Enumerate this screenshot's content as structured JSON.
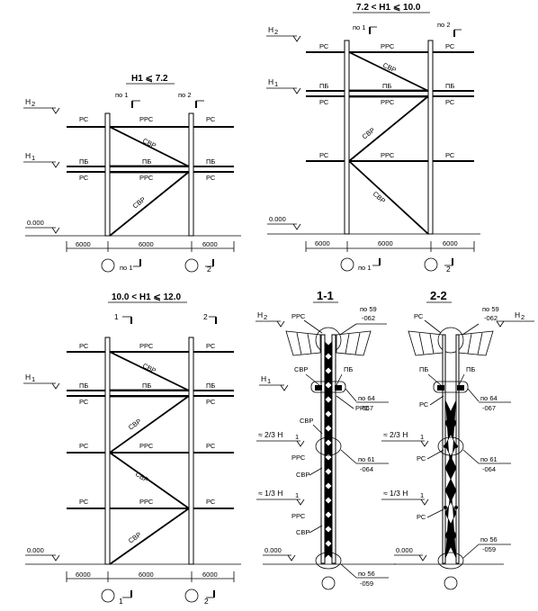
{
  "labels": {
    "rs": "РС",
    "rrs": "РРС",
    "pb": "ПБ",
    "svr": "СВР",
    "h1": "H",
    "h2": "H",
    "sub1": "1",
    "sub2": "2",
    "zero": "0.000",
    "span": "6000",
    "po1": "по 1",
    "po2": "по 2",
    "one": "1",
    "two": "2",
    "two_thirds": "≈ 2/3 H",
    "one_third": "≈ 1/3 H"
  },
  "panels": {
    "p1_title": "H1 ⩽ 7.2",
    "p2_title": "7.2 < H1 ⩽ 10.0",
    "p3_title": "10.0 < H1 ⩽ 12.0",
    "sec1_title": "1-1",
    "sec2_title": "2-2"
  },
  "refs": {
    "r59": "по 59",
    "r59b": "-062",
    "r64": "по 64",
    "r64b": "-067",
    "r61": "по 61",
    "r61b": "-064",
    "r56": "по 56",
    "r56b": "-059"
  }
}
